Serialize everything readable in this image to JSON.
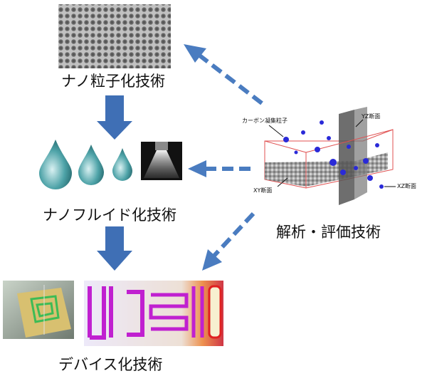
{
  "labels": {
    "nanoparticle": "ナノ粒子化技術",
    "nanofluid": "ナノフルイド化技術",
    "device": "デバイス化技術",
    "analysis": "解析・評価技術"
  },
  "figure_annotations": {
    "carbon": "カーボン凝集粒子",
    "yz": "YZ断面",
    "xy": "XY断面",
    "xz": "XZ断面"
  },
  "colors": {
    "arrow_blue": "#3f6fb5",
    "dashed_blue": "#4a7cc0",
    "droplet": "#4ea3a8"
  },
  "icons": [
    "tem-particles-image",
    "droplet-icon",
    "nozzle-icon",
    "3d-tomography-image",
    "device-photo",
    "thermal-device-image"
  ]
}
